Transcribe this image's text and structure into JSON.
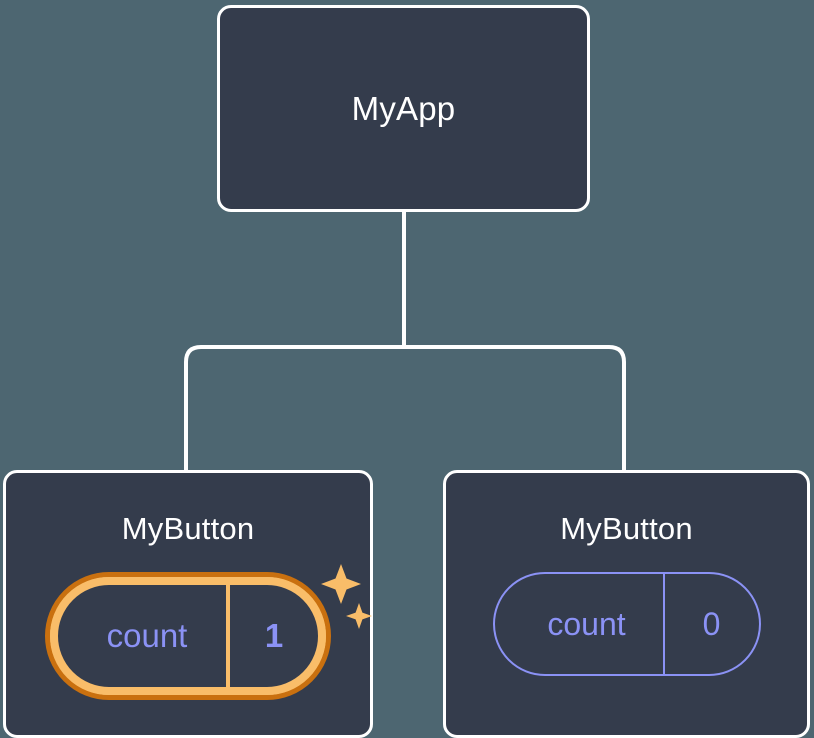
{
  "diagram": {
    "title": "React component tree with state update highlight",
    "background_color": "#4d6671",
    "node_fill_color": "#343c4c",
    "node_border_color": "#ffffff",
    "connector_color": "#ffffff",
    "state_text_color": "#8b92f5",
    "highlight_ring_outer_color": "#c9700f",
    "highlight_ring_inner_color": "#f9bd69",
    "sparkle_color": "#f9bd69"
  },
  "root": {
    "label": "MyApp"
  },
  "children": [
    {
      "label": "MyButton",
      "state": {
        "key": "count",
        "value": "1"
      },
      "highlighted": true,
      "sparkles": true
    },
    {
      "label": "MyButton",
      "state": {
        "key": "count",
        "value": "0"
      },
      "highlighted": false,
      "sparkles": false
    }
  ]
}
